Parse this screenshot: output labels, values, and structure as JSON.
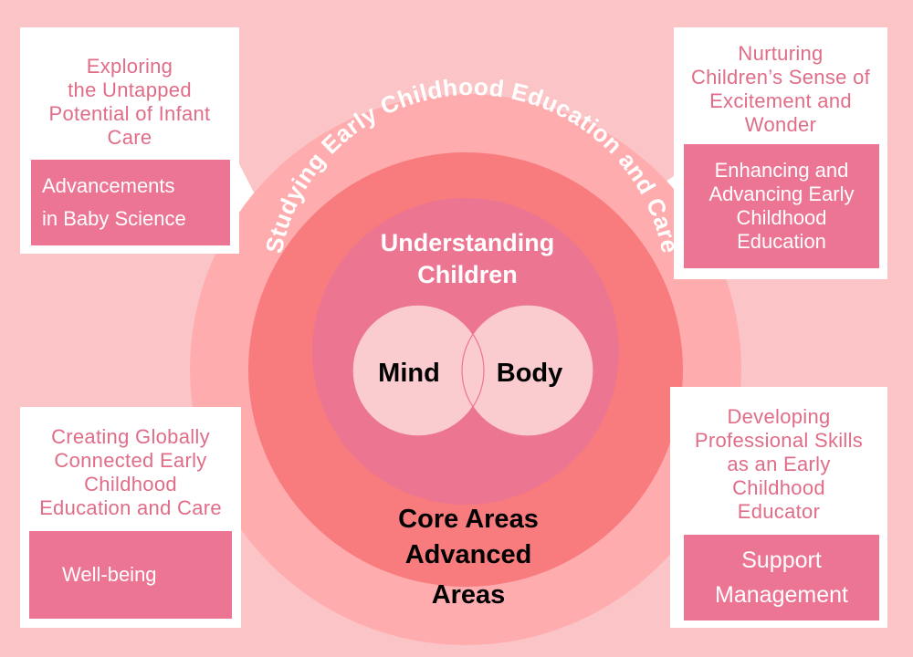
{
  "ring_text": "Studying Early Childhood Education and Care",
  "center": {
    "title_line1": "Understanding",
    "title_line2": "Children",
    "left_circle": "Mind",
    "right_circle": "Body"
  },
  "bottom": {
    "line1": "Core Areas",
    "line2": "Advanced",
    "line3": "Areas"
  },
  "boxes": {
    "top_left": {
      "heading": "Exploring\nthe Untapped\nPotential of Infant\nCare",
      "tag": "Advancements\nin Baby Science"
    },
    "top_right": {
      "heading": "Nurturing\nChildren’s Sense of\nExcitement and\nWonder",
      "tag": "Enhancing and\nAdvancing Early\nChildhood\nEducation"
    },
    "bottom_left": {
      "heading": "Creating Globally\nConnected Early\nChildhood\nEducation and Care",
      "tag": "Well-being"
    },
    "bottom_right": {
      "heading": "Developing\nProfessional Skills\nas an Early\nChildhood\nEducator",
      "tag": "Support\nManagement"
    }
  },
  "colors": {
    "background": "#fbc5c7",
    "outer_ring": "#ffacaf",
    "middle_ring": "#f87b7e",
    "inner_circle": "#ec7592",
    "venn_fill": "#fbcccf",
    "heading_text": "#e06d88",
    "tag_fill": "#ec7593"
  }
}
